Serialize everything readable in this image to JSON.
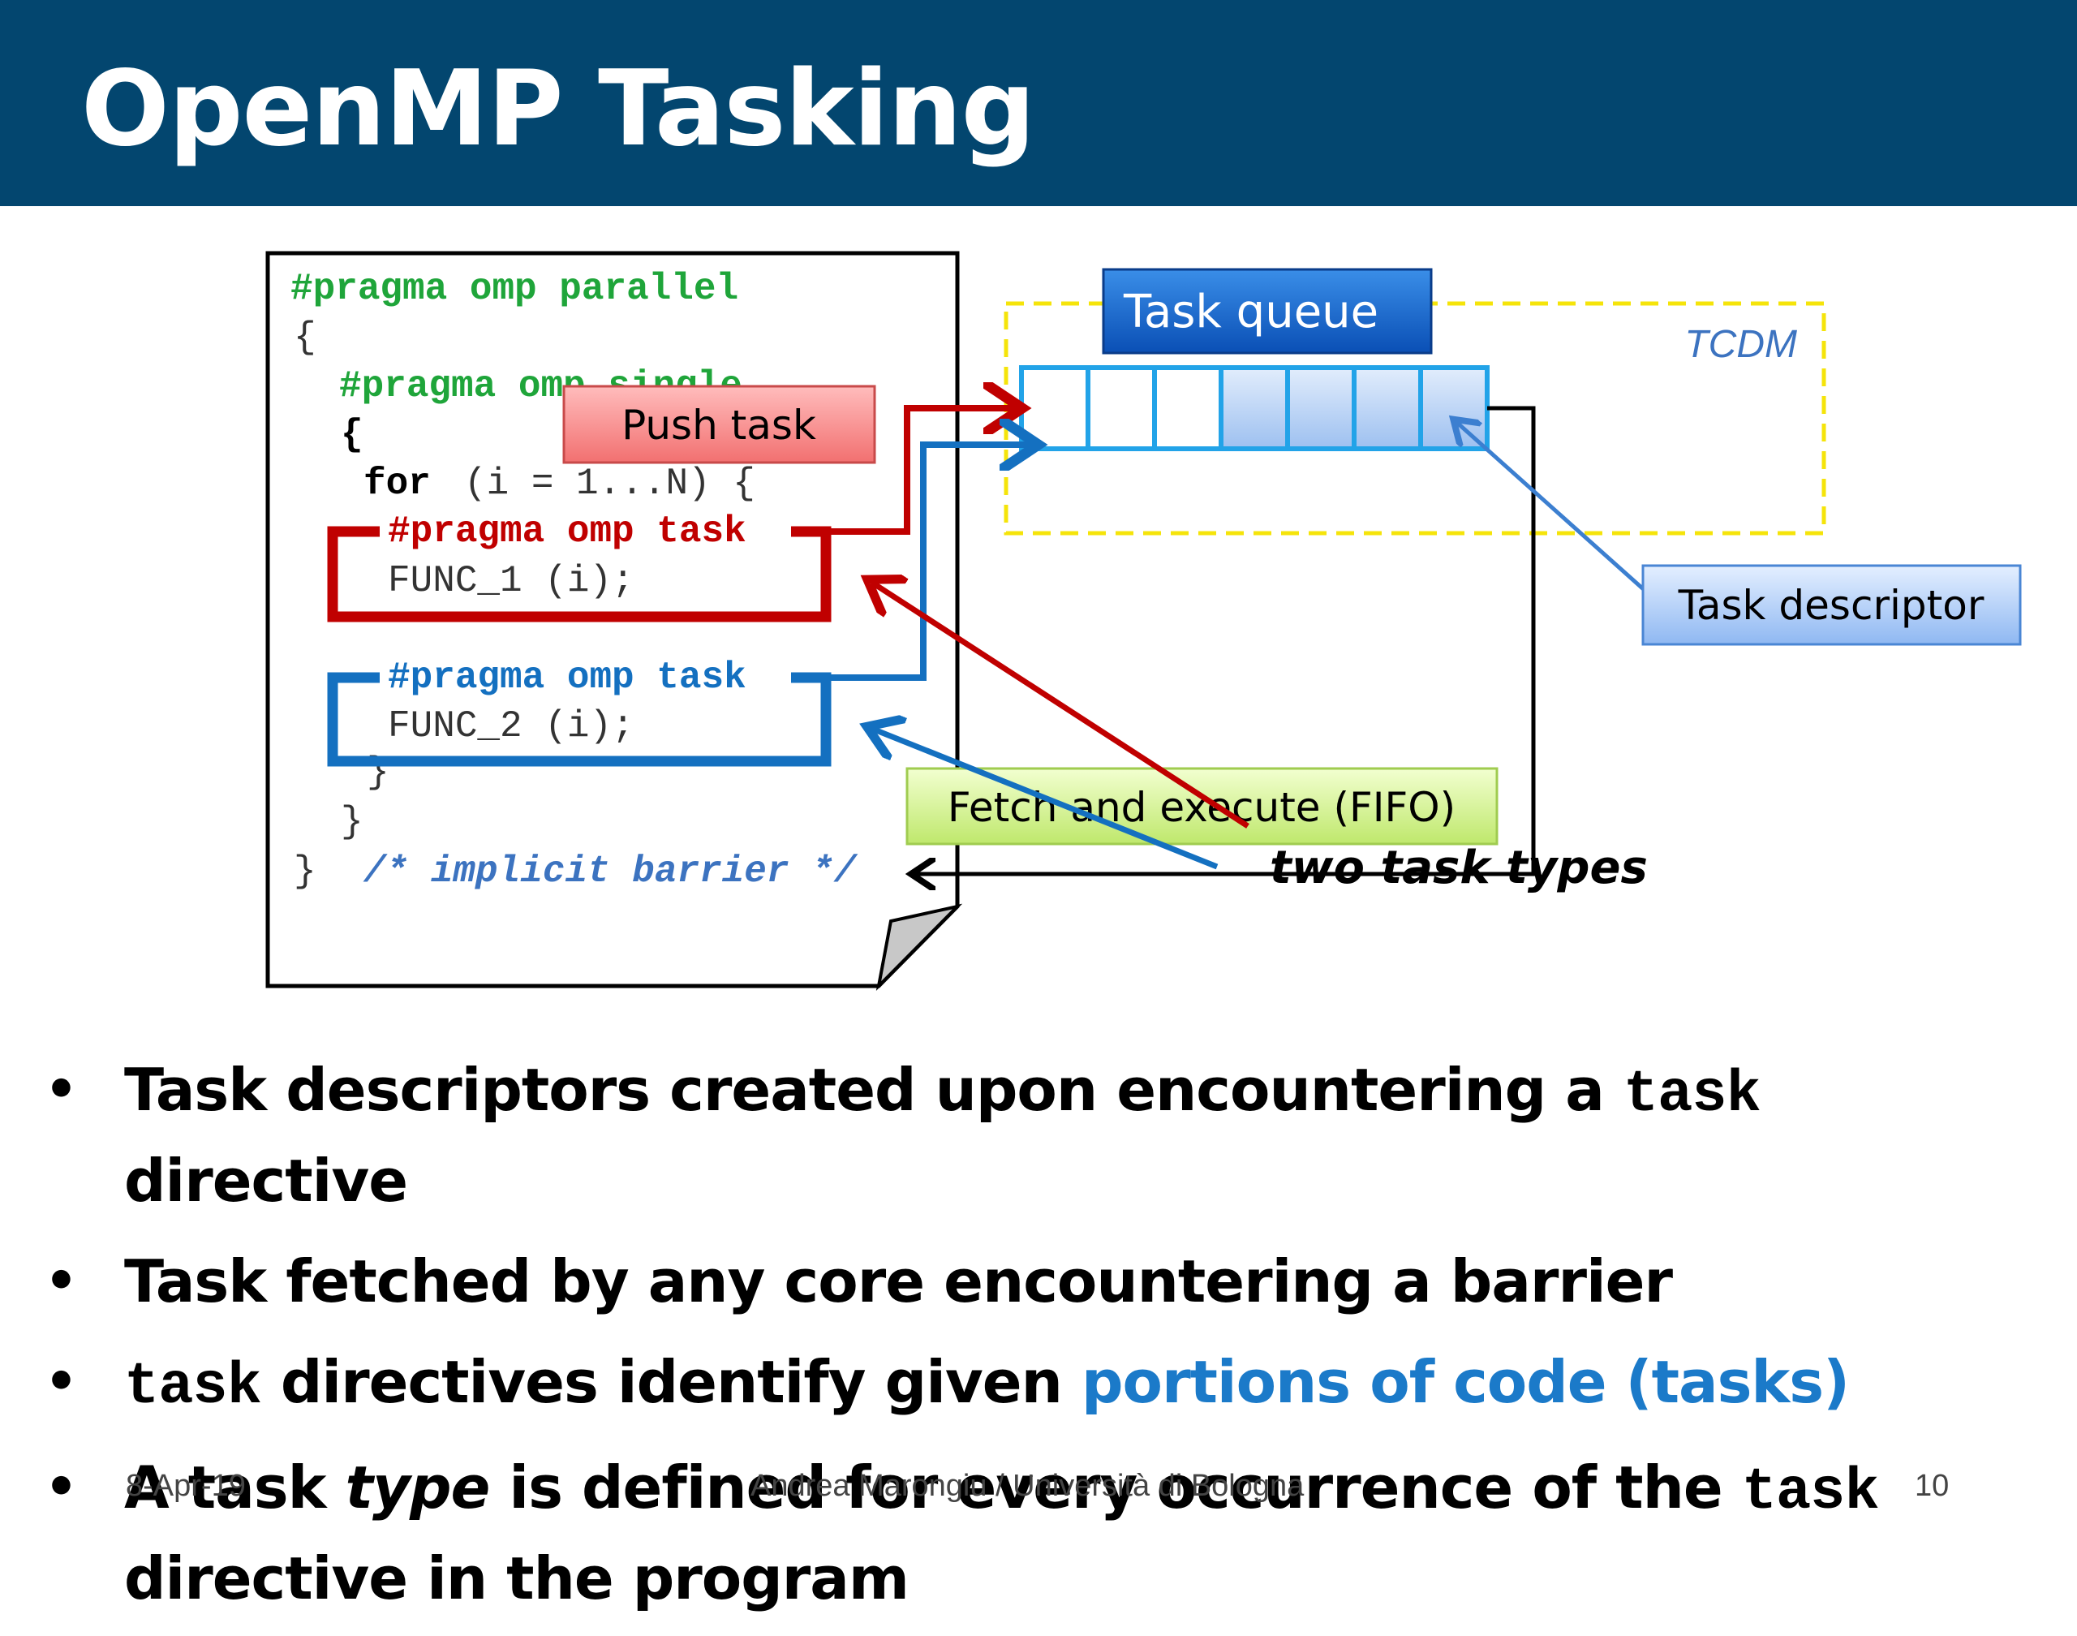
{
  "slide": {
    "title": "OpenMP Tasking"
  },
  "code": {
    "line1": "#pragma omp parallel",
    "line2": "{",
    "line3": "#pragma omp single",
    "line4": "{",
    "line5_kw": "for",
    "line5_rest": "(i = 1...N) {",
    "task1_pragma": "#pragma omp task",
    "task1_body": "FUNC_1 (i);",
    "task2_pragma": "#pragma omp task",
    "task2_body": "FUNC_2 (i);",
    "close_inner": "}",
    "close_single": "}",
    "close_outer": "}",
    "comment": "/* implicit barrier */"
  },
  "labels": {
    "push_task": "Push task",
    "task_queue": "Task queue",
    "tcdm": "TCDM",
    "task_descriptor": "Task descriptor",
    "fetch_execute": "Fetch and execute (FIFO)",
    "two_task_types": "two task types"
  },
  "bullets": [
    {
      "pre": "Task descriptors created upon encountering a ",
      "code": "task",
      "post": " directive"
    },
    {
      "text": "Task fetched by any core encountering a barrier"
    },
    {
      "code": "task",
      "mid": " directives identify given ",
      "blue": "portions of code (tasks)"
    },
    {
      "pre": "A task ",
      "ital": "type",
      "mid": " is defined for every occurrence of the ",
      "code": "task",
      "post": " directive in the program"
    }
  ],
  "footer": {
    "date": "8-Apr-19",
    "author": "Andrea Marongiu / Università di Bologna",
    "page": "10"
  },
  "colors": {
    "title_bar": "#03466f",
    "code_green": "#1fa53a",
    "task_red": "#c00000",
    "task_blue": "#1470c0",
    "queue_cell": "#22a3e8",
    "tcdm_border": "#f5e40a",
    "lime_box": "#d8f590"
  }
}
